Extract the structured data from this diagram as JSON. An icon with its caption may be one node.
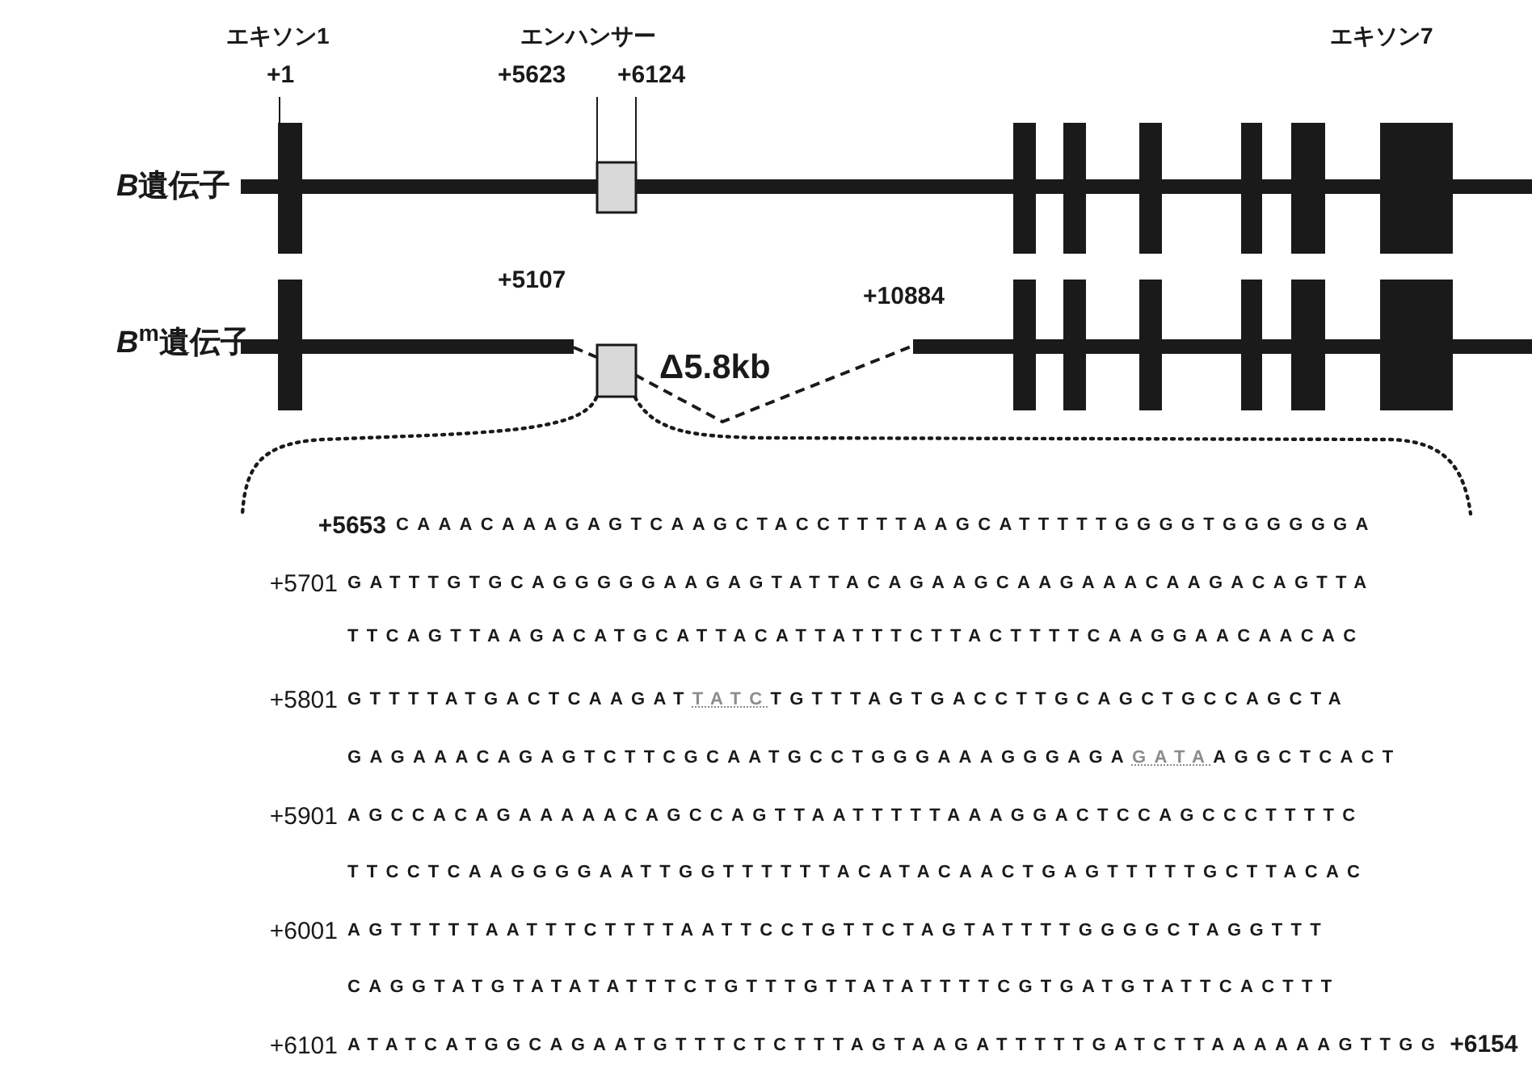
{
  "diagram": {
    "labels": [
      "エキソン1",
      "エンハンサー",
      "エキソン7",
      "+1",
      "+5623",
      "+6124",
      "B遺伝子",
      "+5107",
      "+10884",
      "*B*$^{m}$遺伝子",
      "Δ5.8kb",
      "+5653",
      "CAAACAAAGAGTCAAGCTACCTTTTAAGCATTTTTGGGGTGGGGGGA",
      "+5701",
      "GATTTGTGCAGGGGGAAGAGTATTACAGAAGCAAGAAACAAGACAGTTA",
      "TTCAGTTAAGACATGCATTACATTATTTCTTACTTTTCAAGGAACAACAC",
      "+5801",
      "GTTTTATGACTCAAGAT",
      "TATC",
      "TGTTTAGTGACCTTGCAGCTGCCAGCTA",
      "GAGAAACAGAGTCTTCGCAATGCCTGGGAAAGGGAGA",
      "GATA",
      "AGGCTCACT",
      "+5901",
      "AGCCACAGAAAAACAGCCAGTTAATTTTTAAAGGACTCCAGCCCTTTTC",
      "TTCCTCAAGGGGAATTGGTTTTTTACATACAACTGAGTTTTTGCTTACAC",
      "+6001",
      "AGTTTTTAATTTCTTTTAATTCCTGTTCTAGTATTTTGGGGCTAGGTTT",
      "CAGGTATGTATATATTTCTGTTTGTTATATTTTCGTGATGTATTCACTTT",
      "+6101",
      "ATATCATGGCAGAATGTTTCTCTTTAGTAAGATTTTTGATCTTAAAAAAGTTGG",
      "+6154"
    ]
  }
}
